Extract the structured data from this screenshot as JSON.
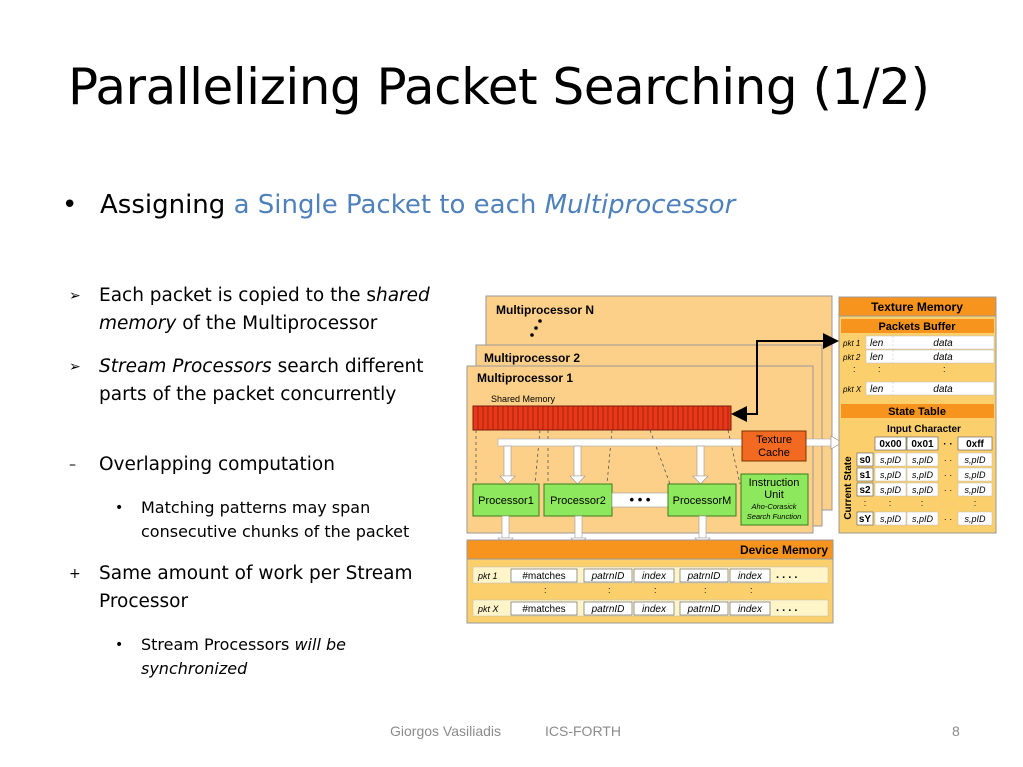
{
  "slide": {
    "title": "Parallelizing Packet Searching (1/2)",
    "bullet": {
      "marker": "•",
      "prefix": "Assigning ",
      "blue_text": "a Single Packet to each ",
      "blue_italic": "Multiprocessor"
    },
    "points": [
      {
        "marker": "➢",
        "line1_a": "Each packet is copied to the s",
        "line1_i": "hared",
        "line2_i": "memory",
        "line2_b": " of the Multiprocessor"
      },
      {
        "marker": "➢",
        "line1_i": "Stream Processors",
        "line1_b": " search different",
        "line2": "parts of the packet concurrently"
      },
      {
        "marker": "–",
        "text": "Overlapping computation"
      },
      {
        "marker": "•",
        "line1": "Matching patterns may span",
        "line2": "consecutive chunks of the packet"
      },
      {
        "marker": "+",
        "line1": "Same amount of work per Stream",
        "line2": "Processor"
      },
      {
        "marker": "•",
        "line1_a": "Stream Processors ",
        "line1_i": "will be",
        "line2_i": "synchronized"
      }
    ],
    "footer": {
      "author": "Giorgos Vasiliadis",
      "org": "ICS-FORTH",
      "page": "8"
    }
  },
  "diagram": {
    "mp_n": "Multiprocessor N",
    "mp_2": "Multiprocessor 2",
    "mp_1": "Multiprocessor 1",
    "shared_memory": "Shared Memory",
    "texture_cache_1": "Texture",
    "texture_cache_2": "Cache",
    "proc1": "Processor1",
    "proc2": "Processor2",
    "procM": "ProcessorM",
    "dots": "• • •",
    "instr_1": "Instruction",
    "instr_2": "Unit",
    "instr_3": "Aho-Corasick",
    "instr_4": "Search Function",
    "texture_memory": "Texture Memory",
    "packets_buffer": "Packets Buffer",
    "pkt_rows": [
      {
        "label": "pkt 1",
        "len": "len",
        "data": "data"
      },
      {
        "label": "pkt 2",
        "len": "len",
        "data": "data"
      },
      {
        "label": "pkt X",
        "len": "len",
        "data": "data"
      }
    ],
    "colon": ":",
    "state_table": "State Table",
    "input_character": "Input Character",
    "current_state": "Current State",
    "cols": [
      "0x00",
      "0x01",
      "· ·",
      "0xff"
    ],
    "states": [
      "s0",
      "s1",
      "s2",
      "sY"
    ],
    "cell": "s,pID",
    "cell_dots": "· ·",
    "device_memory": "Device Memory",
    "dm_rows": [
      {
        "label": "pkt 1",
        "matches": "#matches",
        "p1": "patrnID",
        "i1": "index",
        "p2": "patrnID",
        "i2": "index",
        "more": ". . . ."
      },
      {
        "label": "pkt X",
        "matches": "#matches",
        "p1": "patrnID",
        "i1": "index",
        "p2": "patrnID",
        "i2": "index",
        "more": ". . . ."
      }
    ]
  }
}
